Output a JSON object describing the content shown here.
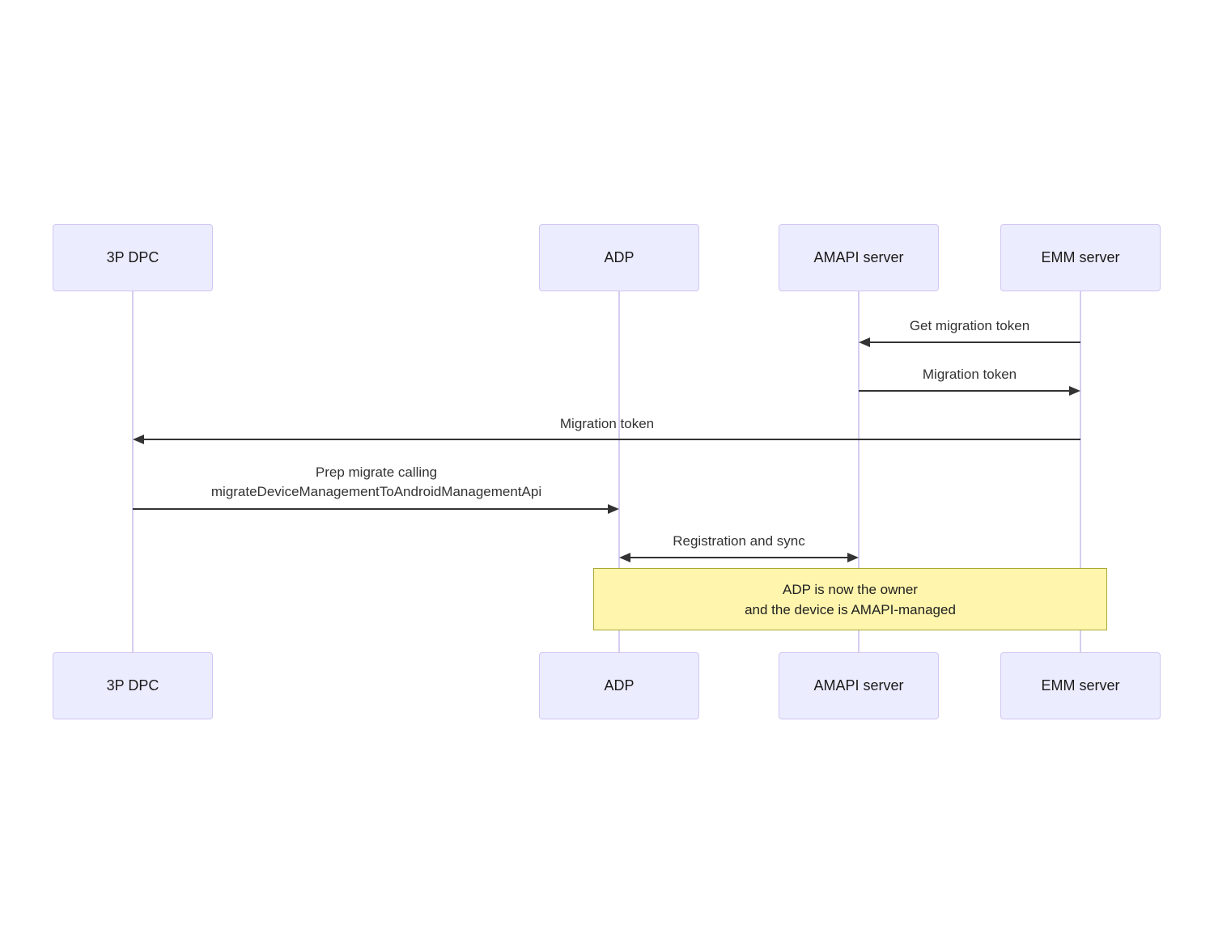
{
  "diagram": {
    "type": "sequence-diagram",
    "background_color": "#ffffff",
    "colors": {
      "actor_fill": "#ececff",
      "actor_border": "#d0c6f2",
      "lifeline": "#d6cdf0",
      "message_line": "#333333",
      "message_text": "#333333",
      "note_fill": "#fff5ad",
      "note_border": "#aaaa33"
    }
  },
  "actors": [
    {
      "label": "3P DPC"
    },
    {
      "label": "ADP"
    },
    {
      "label": "AMAPI server"
    },
    {
      "label": "EMM server"
    }
  ],
  "messages": [
    {
      "label": "Get migration token",
      "from": "EMM server",
      "to": "AMAPI server",
      "direction": "left"
    },
    {
      "label": "Migration token",
      "from": "AMAPI server",
      "to": "EMM server",
      "direction": "right"
    },
    {
      "label": "Migration token",
      "from": "EMM server",
      "to": "3P DPC",
      "direction": "left"
    },
    {
      "label_lines": [
        "Prep migrate calling",
        "migrateDeviceManagementToAndroidManagementApi"
      ],
      "from": "3P DPC",
      "to": "ADP",
      "direction": "right"
    },
    {
      "label": "Registration and sync",
      "from": "ADP",
      "to": "AMAPI server",
      "direction": "both"
    }
  ],
  "note": {
    "lines": [
      "ADP is now the owner",
      "and the device is AMAPI-managed"
    ],
    "spans": "ADP to EMM server"
  }
}
